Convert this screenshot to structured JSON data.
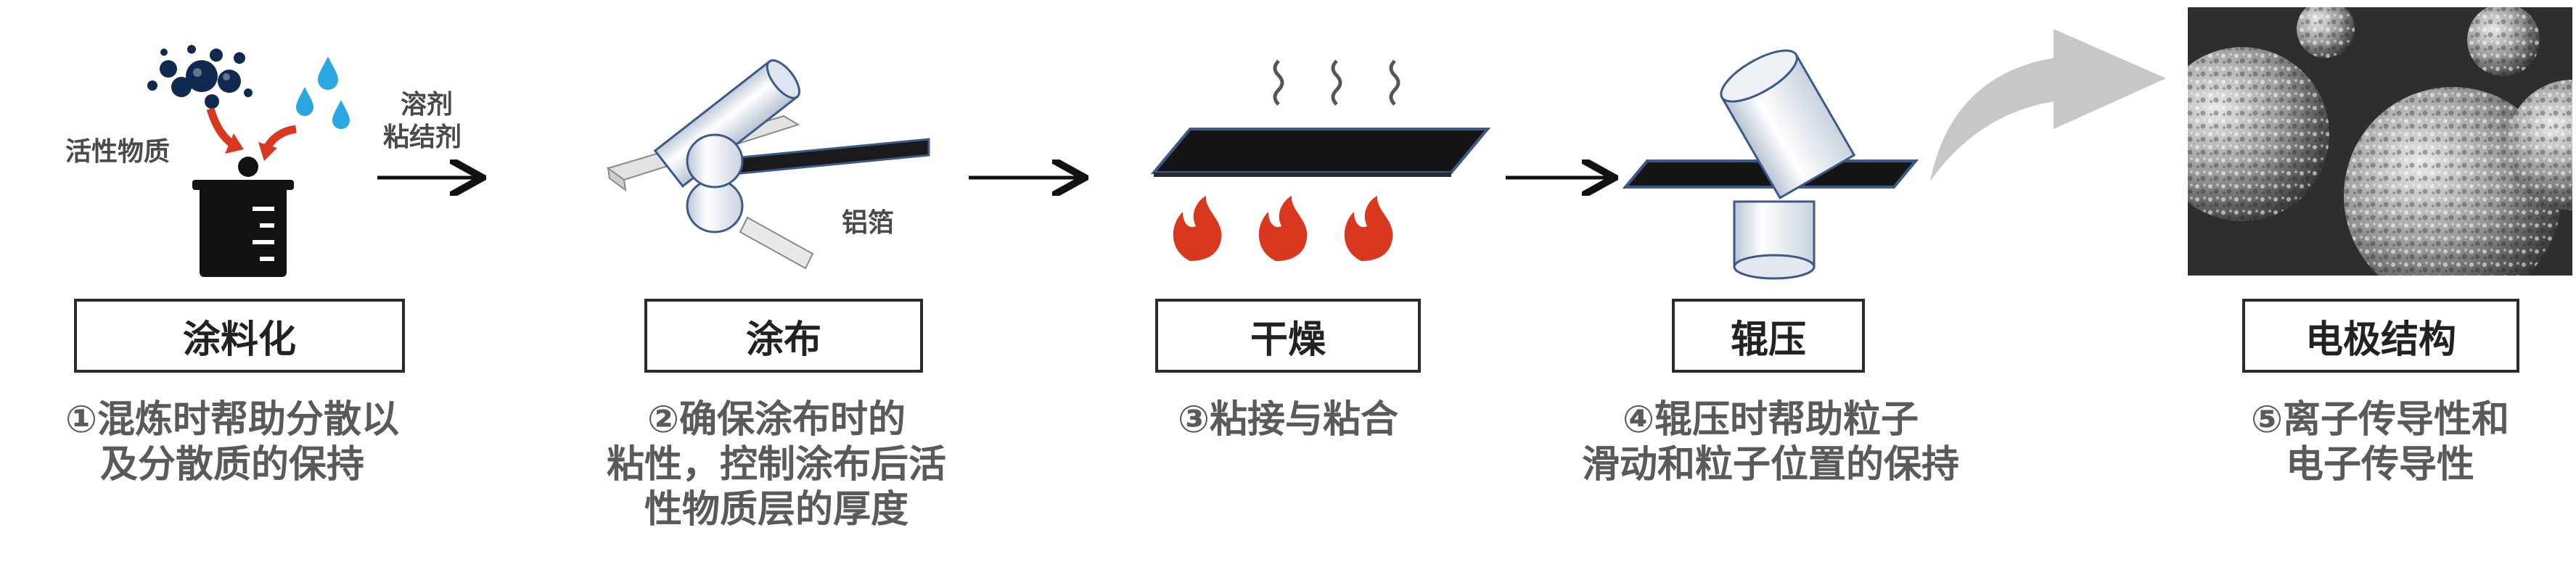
{
  "inputs": {
    "active_material_label": "活性物质",
    "solvent_label": "溶剂",
    "binder_label": "粘结剂"
  },
  "foil_label": "铝箔",
  "stages": [
    {
      "title": "涂料化",
      "desc": [
        "①混炼时帮助分散以",
        "及分散质的保持"
      ]
    },
    {
      "title": "涂布",
      "desc": [
        "②确保涂布时的",
        "粘性，控制涂布后活",
        "性物质层的厚度"
      ]
    },
    {
      "title": "干燥",
      "desc": [
        "③粘接与粘合"
      ]
    },
    {
      "title": "辊压",
      "desc": [
        "④辊压时帮助粒子",
        "滑动和粒子位置的保持"
      ]
    },
    {
      "title": "电极结构",
      "desc": [
        "⑤离子传导性和",
        "电子传导性"
      ]
    }
  ],
  "colors": {
    "accent_red": "#d9381e",
    "water_blue": "#2aa7e0",
    "particle_navy": "#0f2a4e",
    "arrow_gray": "#c7c7c7",
    "roller_edge": "#3b5a8a"
  },
  "icons": [
    "beaker-icon",
    "water-drop-icon",
    "particle-icon",
    "coater-icon",
    "heat-flame-icon",
    "steam-icon",
    "roller-press-icon",
    "sem-micrograph",
    "big-curved-arrow"
  ]
}
